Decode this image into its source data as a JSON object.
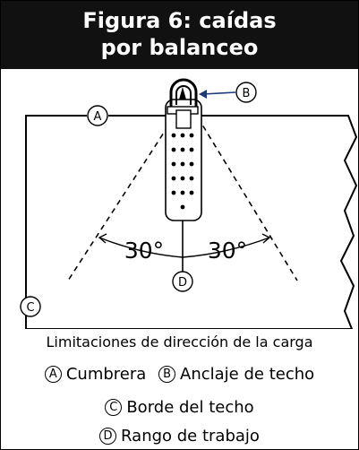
{
  "title": {
    "line1": "Figura 6: caídas",
    "line2": "por balanceo"
  },
  "diagram": {
    "markers": {
      "a": "A",
      "b": "B",
      "c": "C",
      "d": "D"
    },
    "angle_left": "30°",
    "angle_right": "30°"
  },
  "caption": "Limitaciones de dirección de la carga",
  "legend": [
    {
      "letter": "A",
      "label": "Cumbrera"
    },
    {
      "letter": "B",
      "label": "Anclaje de techo"
    },
    {
      "letter": "C",
      "label": "Borde del techo"
    },
    {
      "letter": "D",
      "label": "Rango de trabajo"
    }
  ]
}
